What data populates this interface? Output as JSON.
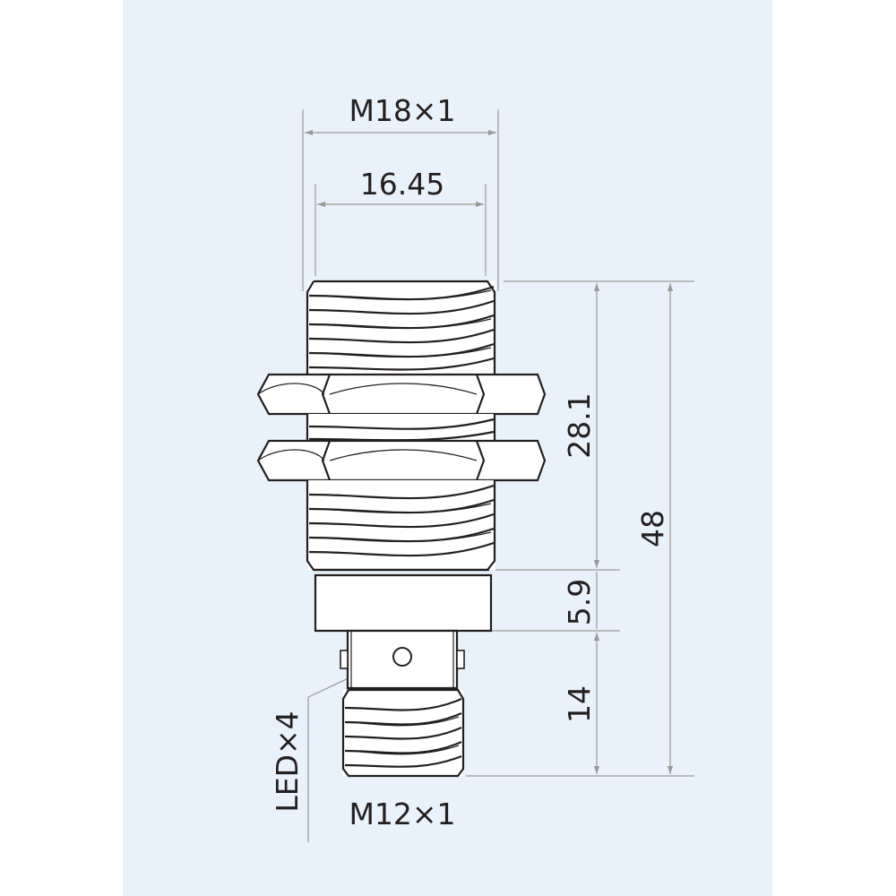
{
  "colors": {
    "background": "#e9f2fa",
    "outline": "#231f20",
    "dimension_line": "#9a9a9a",
    "body_fill": "#ffffff"
  },
  "dimensions": {
    "outer_thread": "M18×1",
    "inner_diameter": "16.45",
    "thread_length": "28.1",
    "total_length": "48",
    "collar_length": "5.9",
    "connector_length": "14",
    "connector_thread": "M12×1",
    "led": "LED×4"
  }
}
